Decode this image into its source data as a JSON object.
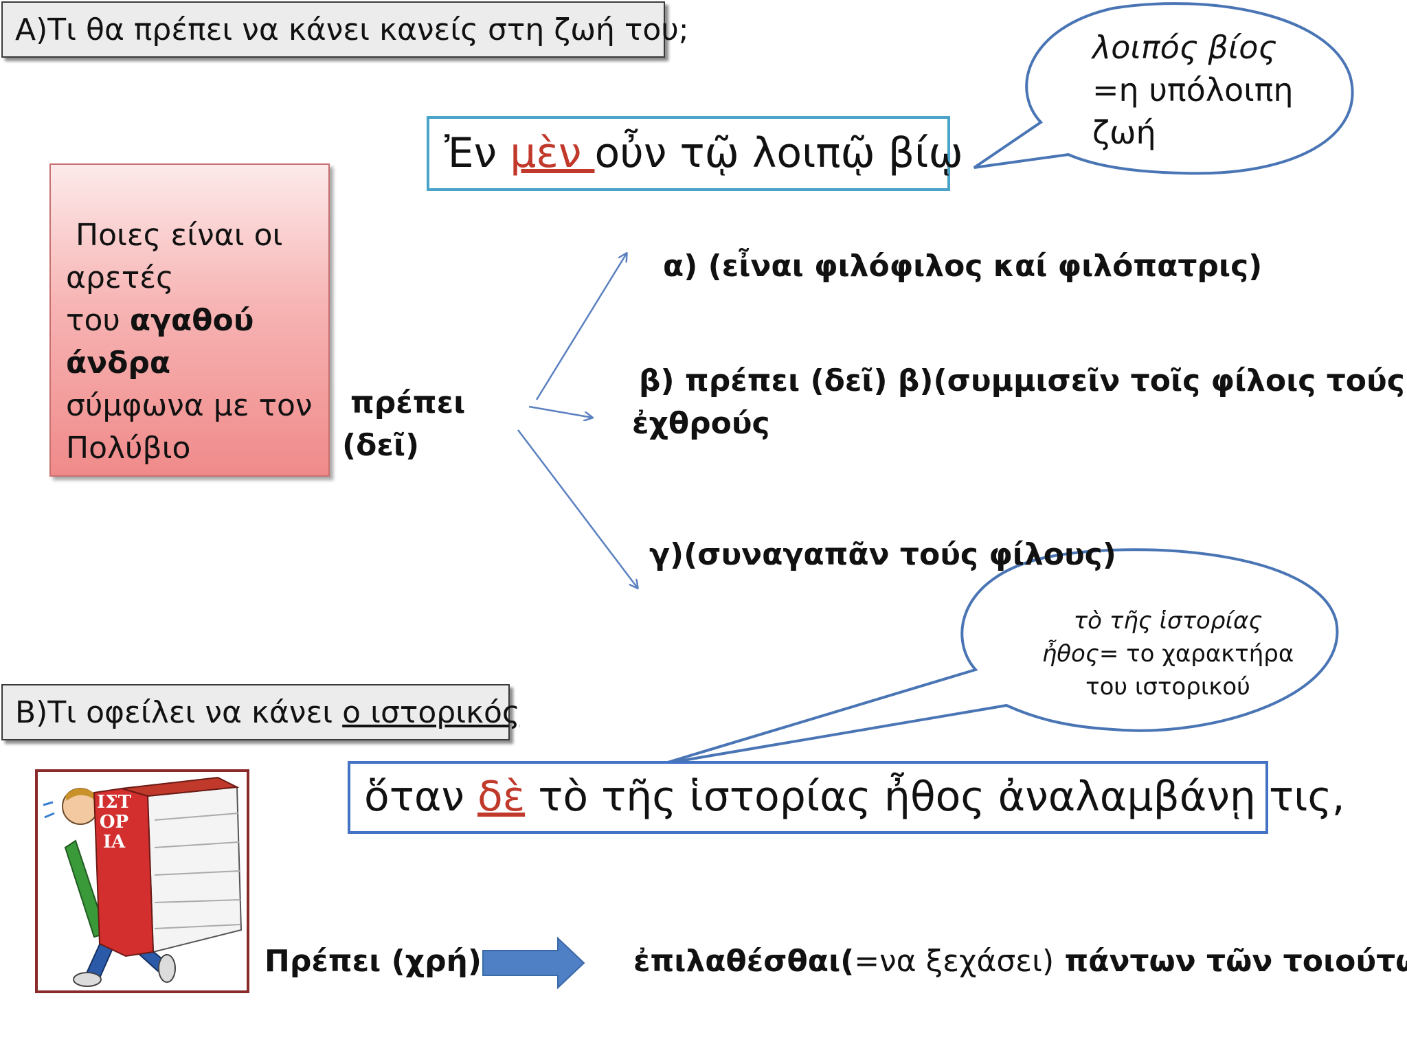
{
  "header_a": {
    "text": "Α)Τι θα πρέπει να κάνει κανείς στη ζωή του;"
  },
  "header_b": {
    "prefix": "Β)Τι οφείλει να κάνει ",
    "underlined": "ο ιστορικός"
  },
  "question_box": {
    "line1": "Ποιες είναι οι",
    "line2": "αρετές",
    "line3_plain": "του ",
    "line3_bold": "αγαθού",
    "line4_bold": "άνδρα",
    "line5": "σύμφωνα με τον",
    "line6": "Πολύβιο"
  },
  "greek_line_1": {
    "before": "Ἐν ",
    "highlight": "μὲν ",
    "after": "οὖν τῷ λοιπῷ βίῳ"
  },
  "bubble_top": {
    "line1": "λοιπός βίος",
    "line2": "=η υπόλοιπη",
    "line3": "ζωή"
  },
  "prepei_label": {
    "line1": "πρέπει",
    "line2": "(δεῖ)"
  },
  "virtues": {
    "a": "α) (εἶναι φιλόφιλος καί φιλόπατρις)",
    "b_line1": "β) πρέπει (δεῖ) β)(συμμισεῖν τοῖς φίλοις τούς",
    "b_line2": "ἐχθρούς",
    "c": "γ)(συναγαπᾶν τούς φίλους)"
  },
  "bubble_bottom": {
    "line1": "τὸ τῆς ἱστορίας",
    "line2_italic": "ἦθος",
    "line2_rest": "= το χαρακτήρα",
    "line3": "του ιστορικού"
  },
  "greek_line_2": {
    "before": "ὅταν ",
    "highlight": "δὲ",
    "after": " τὸ τῆς ἱστορίας ἦθος ἀναλαμβάνῃ τις,"
  },
  "image": {
    "book_spine_text": "ΙΣΤΟΡΙΑ"
  },
  "bottom_row": {
    "label": "Πρέπει (χρή)",
    "result_bold1": "ἐπιλαθέσθαι(",
    "result_normal": "=να ξεχάσει)",
    "result_bold2": " πάντων τῶν τοιούτων"
  },
  "colors": {
    "pink_box": "#f7b4b4",
    "cyan_border": "#4aa3c8",
    "blue_border": "#4472c4",
    "arrow_line": "#5a80c0",
    "accent_red": "#c0392b",
    "block_arrow": "#4f7fc4"
  }
}
